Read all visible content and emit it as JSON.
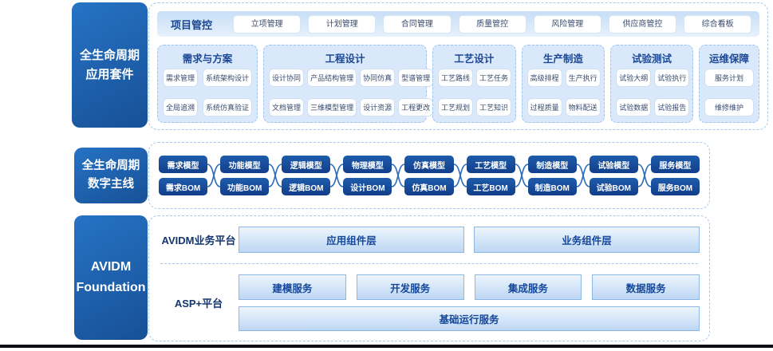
{
  "colors": {
    "side_label_blue": "#1a5fae",
    "thread_node_navy": "#143f8c",
    "panel_light_blue": "#d9e9fb",
    "bar_gradient_top": "#edf5fd",
    "bar_gradient_bottom": "#bdd7f3",
    "heading_text_blue": "#1b4794"
  },
  "suite": {
    "side_label": [
      "全生命周期",
      "应用套件"
    ],
    "project_row": {
      "label": "项目管控",
      "buttons": [
        "立项管理",
        "计划管理",
        "合同管理",
        "质量管控",
        "风险管理",
        "供应商管控",
        "综合看板"
      ]
    },
    "columns": [
      {
        "title": "需求与方案",
        "cols": 2,
        "buttons": [
          "需求管理",
          "系统架构设计",
          "全局追溯",
          "系统仿真验证"
        ]
      },
      {
        "title": "工程设计",
        "cols": 4,
        "buttons": [
          "设计协同",
          "产品结构管理",
          "协同仿真",
          "型谱管理",
          "文档管理",
          "三维模型管理",
          "设计资源",
          "工程更改"
        ]
      },
      {
        "title": "工艺设计",
        "cols": 2,
        "buttons": [
          "工艺路线",
          "工艺任务",
          "工艺规划",
          "工艺知识"
        ]
      },
      {
        "title": "生产制造",
        "cols": 2,
        "buttons": [
          "高级排程",
          "生产执行",
          "过程质量",
          "物料配送"
        ]
      },
      {
        "title": "试验测试",
        "cols": 2,
        "buttons": [
          "试验大纲",
          "试验执行",
          "试验数据",
          "试验报告"
        ]
      },
      {
        "title": "运维保障",
        "cols": 1,
        "buttons": [
          "服务计划",
          "维修维护"
        ]
      }
    ]
  },
  "thread": {
    "side_label": [
      "全生命周期",
      "数字主线"
    ],
    "pairs": [
      {
        "model": "需求模型",
        "bom": "需求BOM"
      },
      {
        "model": "功能模型",
        "bom": "功能BOM"
      },
      {
        "model": "逻辑模型",
        "bom": "逻辑BOM"
      },
      {
        "model": "物理模型",
        "bom": "设计BOM"
      },
      {
        "model": "仿真模型",
        "bom": "仿真BOM"
      },
      {
        "model": "工艺模型",
        "bom": "工艺BOM"
      },
      {
        "model": "制造模型",
        "bom": "制造BOM"
      },
      {
        "model": "试验模型",
        "bom": "试验BOM"
      },
      {
        "model": "服务模型",
        "bom": "服务BOM"
      }
    ]
  },
  "foundation": {
    "side_label": [
      "AVIDM",
      "Foundation"
    ],
    "business_platform": {
      "label": "AVIDM业务平台",
      "bars": [
        "应用组件层",
        "业务组件层"
      ]
    },
    "asp_platform": {
      "label": "ASP+平台",
      "bars": [
        "建模服务",
        "开发服务",
        "集成服务",
        "数据服务"
      ],
      "base_bar": "基础运行服务"
    }
  }
}
